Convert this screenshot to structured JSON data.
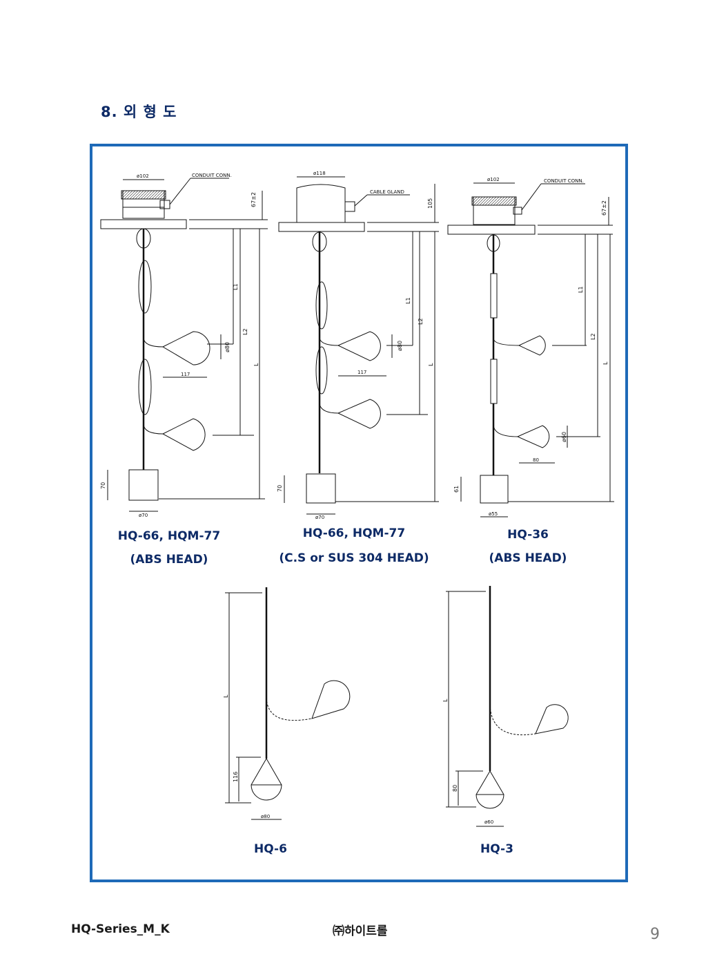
{
  "page": {
    "title": "8. 외 형 도",
    "footer_left": "HQ-Series_M_K",
    "footer_center": "㈜하이트롤",
    "page_number": "9"
  },
  "models": [
    {
      "name": "HQ-66, HQM-77",
      "subtitle": "(ABS HEAD)"
    },
    {
      "name": "HQ-66, HQM-77",
      "subtitle": "(C.S or SUS 304 HEAD)"
    },
    {
      "name": "HQ-36",
      "subtitle": "(ABS HEAD)"
    },
    {
      "name": "HQ-6",
      "subtitle": ""
    },
    {
      "name": "HQ-3",
      "subtitle": ""
    }
  ],
  "dims": {
    "d1_head": "ø102",
    "d1_conduit": "CONDUIT CONN.",
    "d1_h": "67±2",
    "d1_float": "ø80",
    "d1_arm": "117",
    "d1_wt_h": "70",
    "d1_wt_d": "ø70",
    "d2_head": "ø118",
    "d2_gland": "CABLE GLAND",
    "d2_h": "105",
    "d2_float": "ø80",
    "d2_arm": "117",
    "d2_wt_h": "70",
    "d2_wt_d": "ø70",
    "d3_head": "ø102",
    "d3_conduit": "CONDUIT CONN.",
    "d3_h": "67±2",
    "d3_float": "ø60",
    "d3_arm": "80",
    "d3_wt_h": "61",
    "d3_wt_d": "ø55",
    "L1": "L1",
    "L2": "L2",
    "L": "L",
    "d4_h": "116",
    "d4_d": "ø80",
    "d5_h": "80",
    "d5_d": "ø60"
  }
}
